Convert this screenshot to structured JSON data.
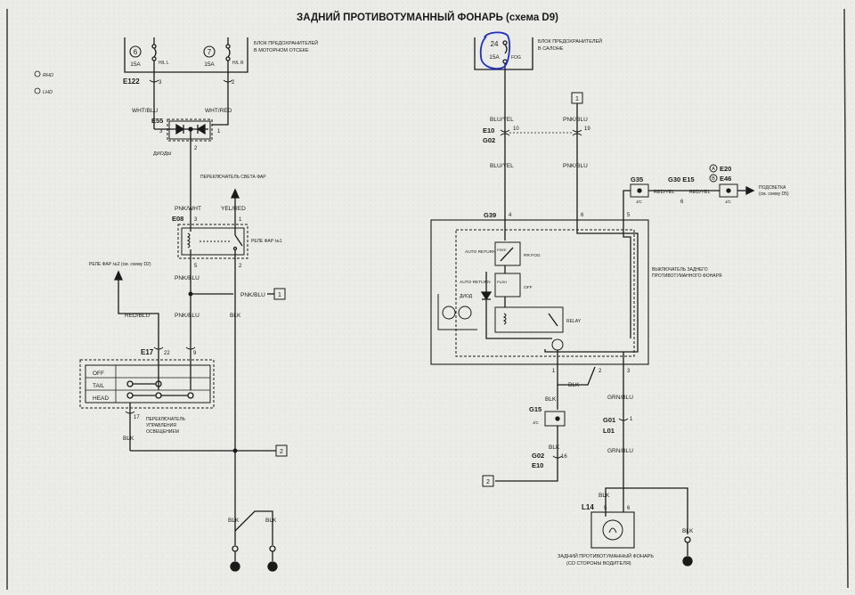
{
  "title": "ЗАДНИЙ ПРОТИВОТУМАННЫЙ ФОНАРЬ (схема D9)",
  "legend": {
    "rhd": "RHD",
    "lhd": "LHD"
  },
  "left": {
    "fuse_box_label_1": "БЛОК ПРЕДОХРАНИТЕЛЕЙ",
    "fuse_box_label_2": "В МОТОРНОМ ОТСЕКЕ",
    "fuse_a": {
      "num": "6",
      "amp": "15A",
      "name": "H/L L"
    },
    "fuse_b": {
      "num": "7",
      "amp": "15A",
      "name": "H/L R"
    },
    "e122": "E122",
    "e122_pin3": "3",
    "e122_pin2": "2",
    "wire_wht_blu": "WHT/BLU",
    "wire_wht_red": "WHT/RED",
    "e55": "E55",
    "e55_pin3": "3",
    "e55_pin1": "1",
    "e55_pin2": "2",
    "diodes_label": "ДИОДЫ",
    "headlight_switch_label": "ПЕРЕКЛЮЧАТЕЛЬ СВЕТА ФАР",
    "wire_pnk_wht": "PNK/WHT",
    "wire_yel_red": "YEL/RED",
    "e08": "E08",
    "e08_pin3": "3",
    "e08_pin1": "1",
    "relay1_label": "РЕЛЕ ФАР №1",
    "relay2_label": "РЕЛЕ ФАР №2 (см. схему D2)",
    "e08_pin5": "5",
    "e08_pin2": "2",
    "wire_pnk_blu_1": "PNK/BLU",
    "wire_pnk_blu_ref": "PNK/BLU",
    "ref1": "1",
    "wire_red_blu": "RED/BLU",
    "wire_pnk_blu_2": "PNK/BLU",
    "wire_blk_1": "BLK",
    "e17": "E17",
    "e17_pin22": "22",
    "e17_pin9": "9",
    "switch_rows": [
      "OFF",
      "TAIL",
      "HEAD"
    ],
    "e17_pin17": "17",
    "light_switch_label_1": "ПЕРЕКЛЮЧАТЕЛЬ",
    "light_switch_label_2": "УПРАВЛЕНИЯ",
    "light_switch_label_3": "ОСВЕЩЕНИЕМ",
    "wire_blk_2": "BLK",
    "ref2": "2",
    "wire_blk_3": "BLK",
    "wire_blk_4": "BLK"
  },
  "right": {
    "fuse": {
      "num": "24",
      "amp": "15A",
      "name": "FOG"
    },
    "fuse_box_label_1": "БЛОК ПРЕДОХРАНИТЕЛЕЙ",
    "fuse_box_label_2": "В САЛОНЕ",
    "ref1": "1",
    "wire_blu_yel_1": "BLU/YEL",
    "wire_pnk_blu_1": "PNK/BLU",
    "e10": "E10",
    "e10_pin10": "10",
    "g02": "G02",
    "g02_pin19": "19",
    "wire_blu_yel_2": "BLU/YEL",
    "wire_pnk_blu_2": "PNK/BLU",
    "g35": "G35",
    "g35_jc": "J/C",
    "g30e15": "G30 E15",
    "wire_red_yel_1": "RED/YEL",
    "wire_red_yel_2": "RED/YEL",
    "g30_pin6": "6",
    "e20": "E20",
    "e46": "E46",
    "e46_jc": "J/C",
    "circle_a": "A",
    "circle_b": "B",
    "backlight_label_1": "ПОДСВЕТКА",
    "backlight_label_2": "(см. схему D5)",
    "g39": "G39",
    "g39_pin4": "4",
    "g39_pin6": "6",
    "g39_pin5": "5",
    "auto_return_1": "AUTO RETURN",
    "rr_fog": "RR.FOG",
    "free": "FREE",
    "auto_return_2": "AUTO RETURN",
    "push": "PUSH",
    "off": "OFF",
    "diode_label": "ДИОД",
    "relay": "RELAY",
    "rear_fog_switch_label_1": "ВЫКЛЮЧАТЕЛЬ ЗАДНЕГО",
    "rear_fog_switch_label_2": "ПРОТИВОТУМАННОГО ФОНАРЯ",
    "g39_pin1": "1",
    "g39_pin2": "2",
    "g39_pin3": "3",
    "wire_blk_1": "BLK",
    "wire_blk_2": "BLK",
    "wire_grn_blu_1": "GRN/BLU",
    "g15": "G15",
    "g15_jc": "J/C",
    "g01": "G01",
    "g01_pin1": "1",
    "l01": "L01",
    "wire_blk_3": "BLK",
    "g02b": "G02",
    "g02b_pin16": "16",
    "e10b": "E10",
    "wire_grn_blu_2": "GRN/BLU",
    "ref2": "2",
    "wire_blk_4": "BLK",
    "l14": "L14",
    "l14_pin5": "5",
    "l14_pin6": "6",
    "rear_fog_lamp_label_1": "ЗАДНИЙ ПРОТИВОТУМАННЫЙ ФОНАРЬ",
    "rear_fog_lamp_label_2": "(СО СТОРОНЫ ВОДИТЕЛЯ)",
    "wire_blk_5": "BLK"
  },
  "colors": {
    "ink": "#1a1a1a",
    "paper": "#ebebe7",
    "highlight": "#1c2fd6"
  }
}
